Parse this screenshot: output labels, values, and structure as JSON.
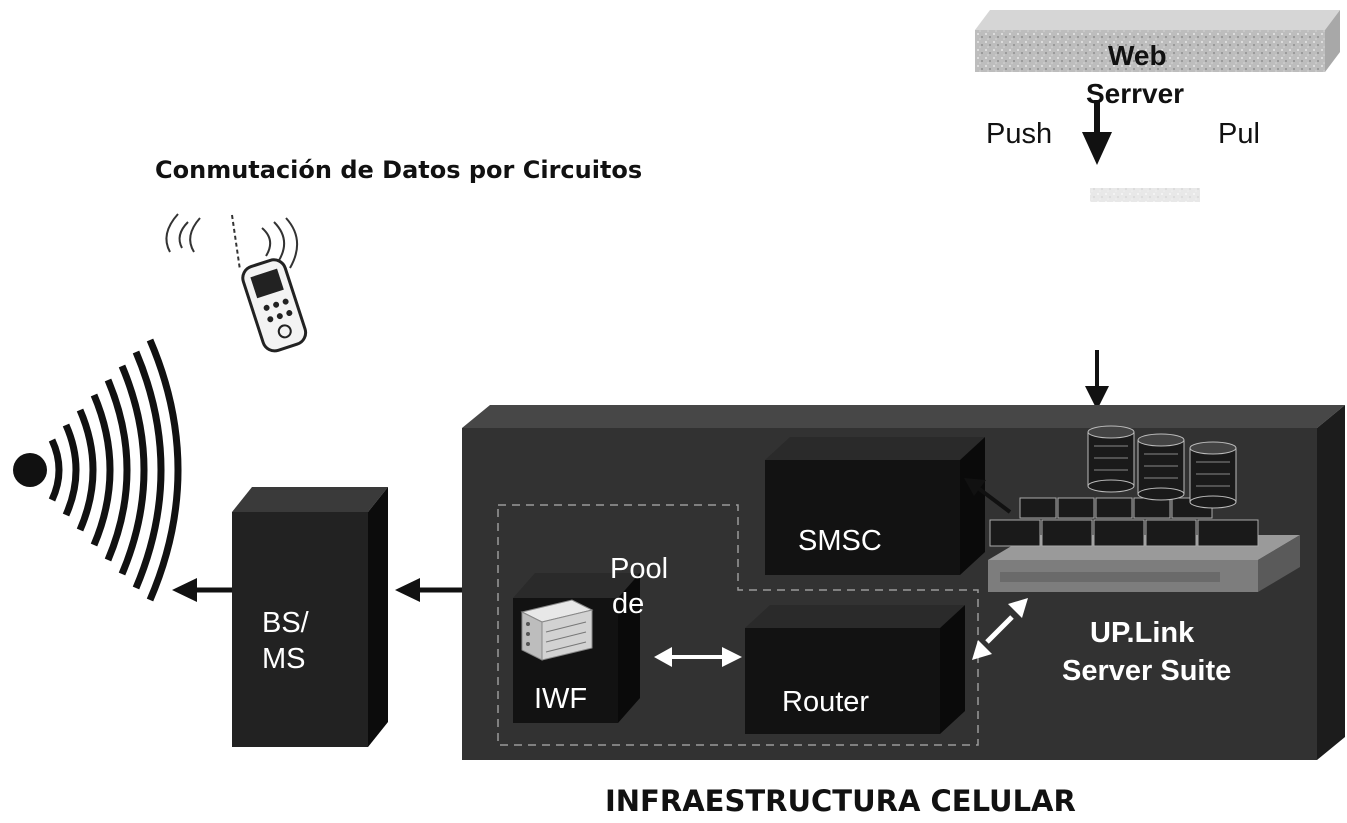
{
  "title": "Conmutación de Datos por Circuitos",
  "footer": "INFRAESTRUCTURA CELULAR",
  "web_server": {
    "line1": "Web",
    "line2": "Serrver",
    "push": "Push",
    "pull": "Pul"
  },
  "nodes": {
    "bs_ms": {
      "line1": "BS/",
      "line2": "MS"
    },
    "smsc": "SMSC",
    "pool": {
      "line1": "Pool",
      "line2": "de"
    },
    "iwf": "IWF",
    "router": "Router",
    "uplink": {
      "line1": "UP.Link",
      "line2": "Server Suite"
    }
  },
  "colors": {
    "panel": "#303030",
    "panel_side": "#1e1e1e",
    "box": "#141414",
    "label": "#ffffff",
    "text": "#111111",
    "arrow": "#111111"
  }
}
